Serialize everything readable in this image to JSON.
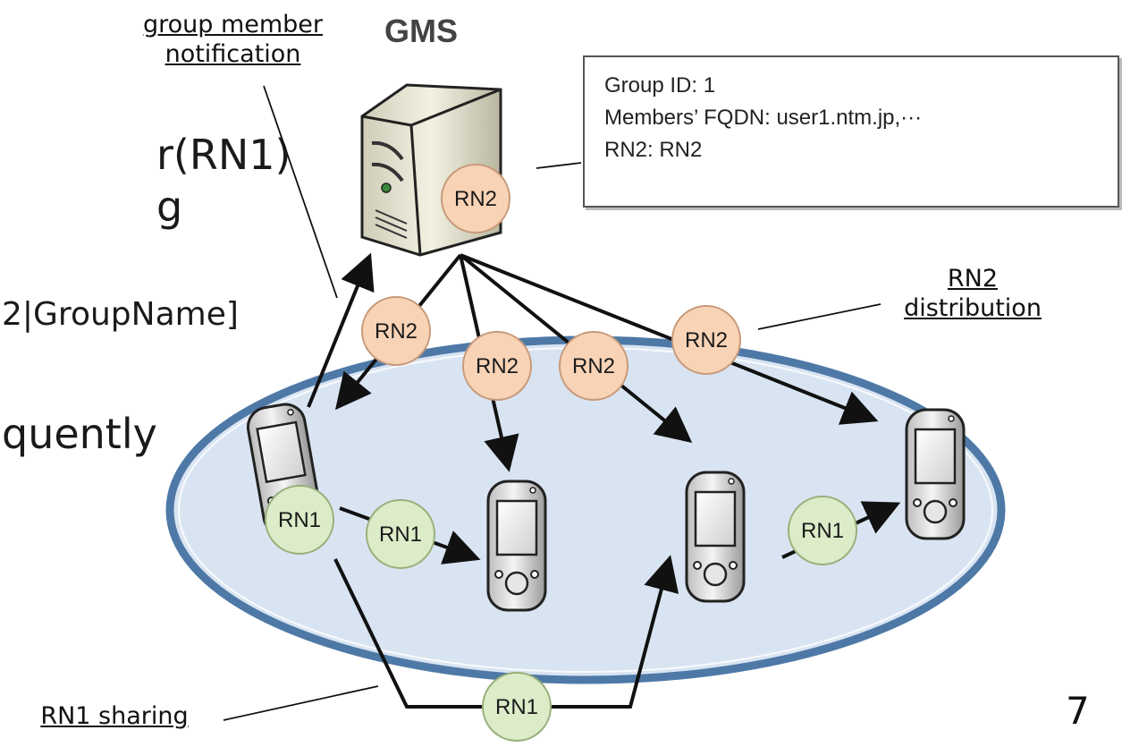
{
  "slide": {
    "partial_lines": [
      "r(RN1)",
      "g",
      "2|GroupName]",
      "quently"
    ],
    "page_number": "7"
  },
  "server": {
    "label": "GMS"
  },
  "info_box": {
    "lines": [
      "Group ID: 1",
      "Members’ FQDN: user1.ntm.jp,···",
      "RN2: RN2"
    ]
  },
  "callouts": {
    "group_member_notification": [
      "group member",
      "notification"
    ],
    "rn2_distribution": [
      "RN2",
      "distribution"
    ],
    "rn1_sharing": "RN1 sharing"
  },
  "tokens": {
    "rn1": "RN1",
    "rn2": "RN2"
  },
  "colors": {
    "group_ellipse_fill": "#d9e4f2",
    "group_ellipse_border": "#4e79a7",
    "rn1_fill": "#dcebc8",
    "rn2_fill": "#f9d3b6",
    "arrow": "#111111"
  }
}
